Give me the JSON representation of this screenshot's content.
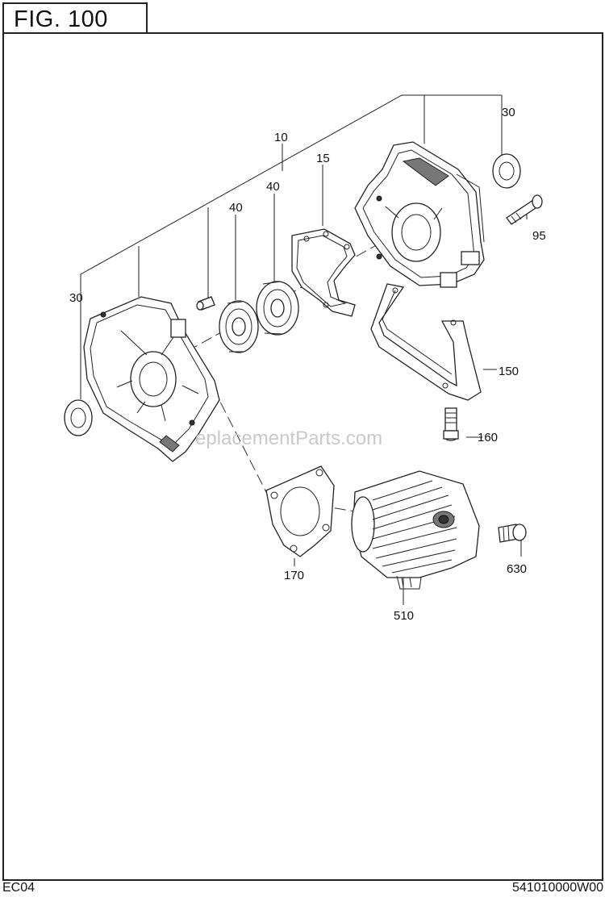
{
  "figure": {
    "title": "FIG.  100"
  },
  "callouts": {
    "c30_top": "30",
    "c10": "10",
    "c15": "15",
    "c40_a": "40",
    "c40_b": "40",
    "c95": "95",
    "c30_left": "30",
    "c150": "150",
    "c160": "160",
    "c170": "170",
    "c630": "630",
    "c510": "510"
  },
  "watermark": "eplacementParts.com",
  "footer": {
    "left": "EC04",
    "right": "541010000W00"
  }
}
